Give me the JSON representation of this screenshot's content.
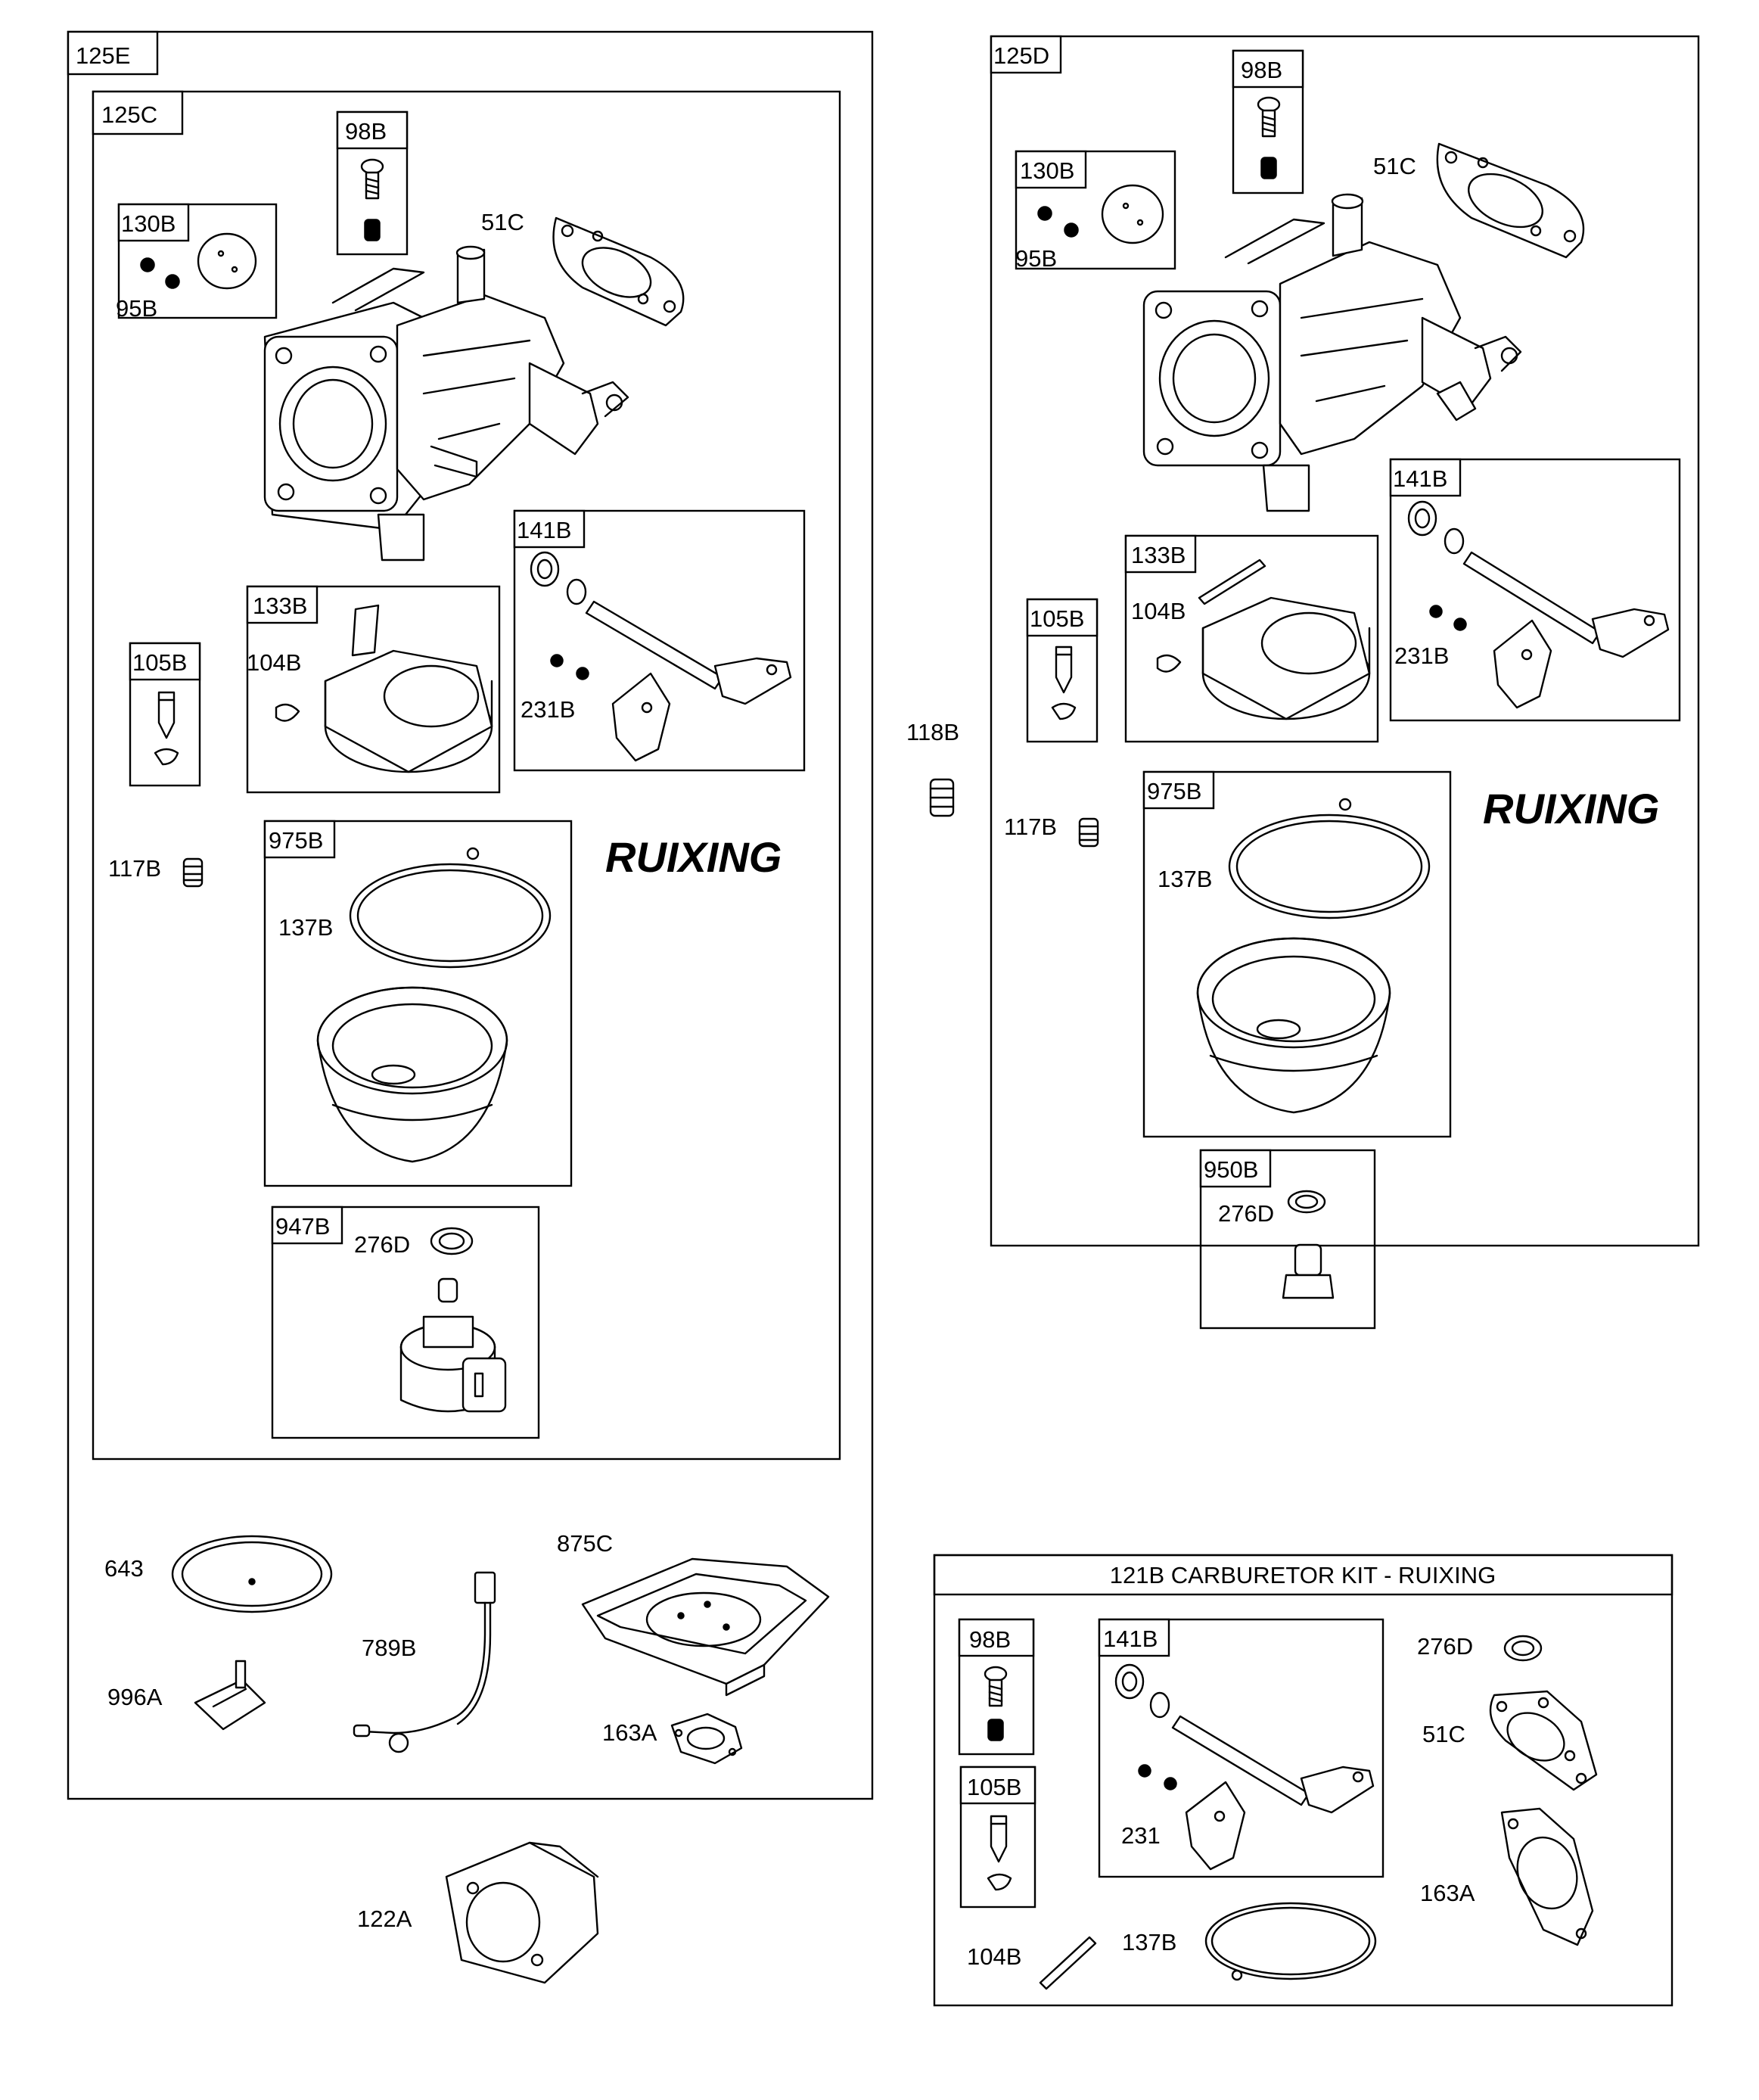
{
  "brand": "RUIXING",
  "kit_title": "121B CARBURETOR KIT - RUIXING",
  "left_assembly": {
    "outer_label": "125E",
    "inner_label": "125C",
    "box_98B": "98B",
    "box_130B": "130B",
    "label_95B": "95B",
    "label_51C": "51C",
    "box_141B": "141B",
    "label_231B": "231B",
    "box_133B": "133B",
    "label_104B": "104B",
    "box_105B": "105B",
    "label_117B": "117B",
    "box_975B": "975B",
    "label_137B": "137B",
    "box_947B": "947B",
    "label_276D": "276D"
  },
  "loose_parts": {
    "label_643": "643",
    "label_996A": "996A",
    "label_789B": "789B",
    "label_875C": "875C",
    "label_163A": "163A",
    "label_122A": "122A",
    "label_118B": "118B"
  },
  "right_assembly": {
    "outer_label": "125D",
    "box_98B": "98B",
    "box_130B": "130B",
    "label_95B": "95B",
    "label_51C": "51C",
    "box_141B": "141B",
    "label_231B": "231B",
    "box_133B": "133B",
    "label_104B": "104B",
    "box_105B": "105B",
    "label_117B": "117B",
    "box_975B": "975B",
    "label_137B": "137B",
    "box_950B": "950B",
    "label_276D": "276D"
  },
  "kit": {
    "box_98B": "98B",
    "box_105B": "105B",
    "box_141B": "141B",
    "label_231": "231",
    "label_276D": "276D",
    "label_51C": "51C",
    "label_163A": "163A",
    "label_104B": "104B",
    "label_137B": "137B"
  }
}
